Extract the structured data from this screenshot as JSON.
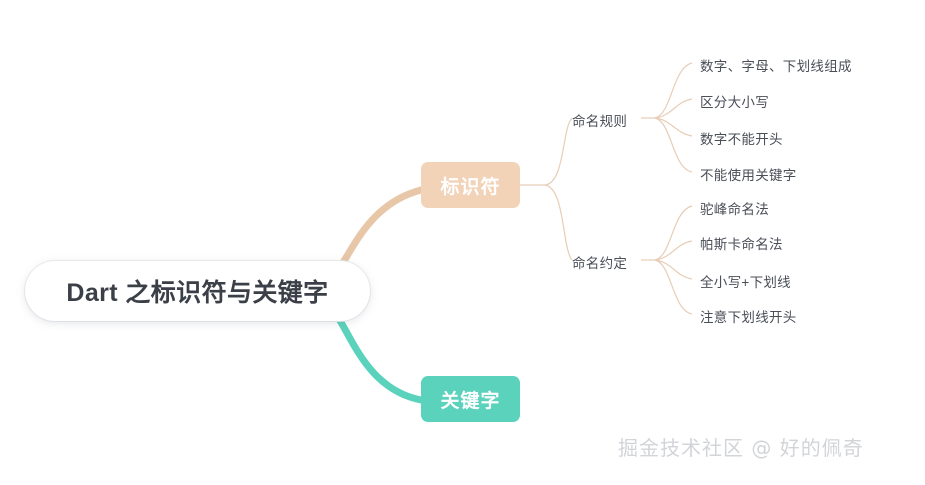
{
  "root": {
    "label": "Dart 之标识符与关键字"
  },
  "branches": [
    {
      "label": "标识符",
      "color": "#f2d3b8",
      "children": [
        {
          "label": "命名规则",
          "children": [
            "数字、字母、下划线组成",
            "区分大小写",
            "数字不能开头",
            "不能使用关键字"
          ]
        },
        {
          "label": "命名约定",
          "children": [
            "驼峰命名法",
            "帕斯卡命名法",
            "全小写+下划线",
            "注意下划线开头"
          ]
        }
      ]
    },
    {
      "label": "关键字",
      "color": "#5bd2bc",
      "children": []
    }
  ],
  "watermark": "掘金技术社区 @ 好的佩奇",
  "colors": {
    "background": "#ffffff",
    "peach": "#f2d3b8",
    "teal": "#5bd2bc",
    "wire_peach": "#e8c6a8",
    "wire_thin": "#e7cdb6",
    "root_text": "#3b4048",
    "leaf_text": "#4a4e57",
    "watermark": "#d2d4d8"
  }
}
